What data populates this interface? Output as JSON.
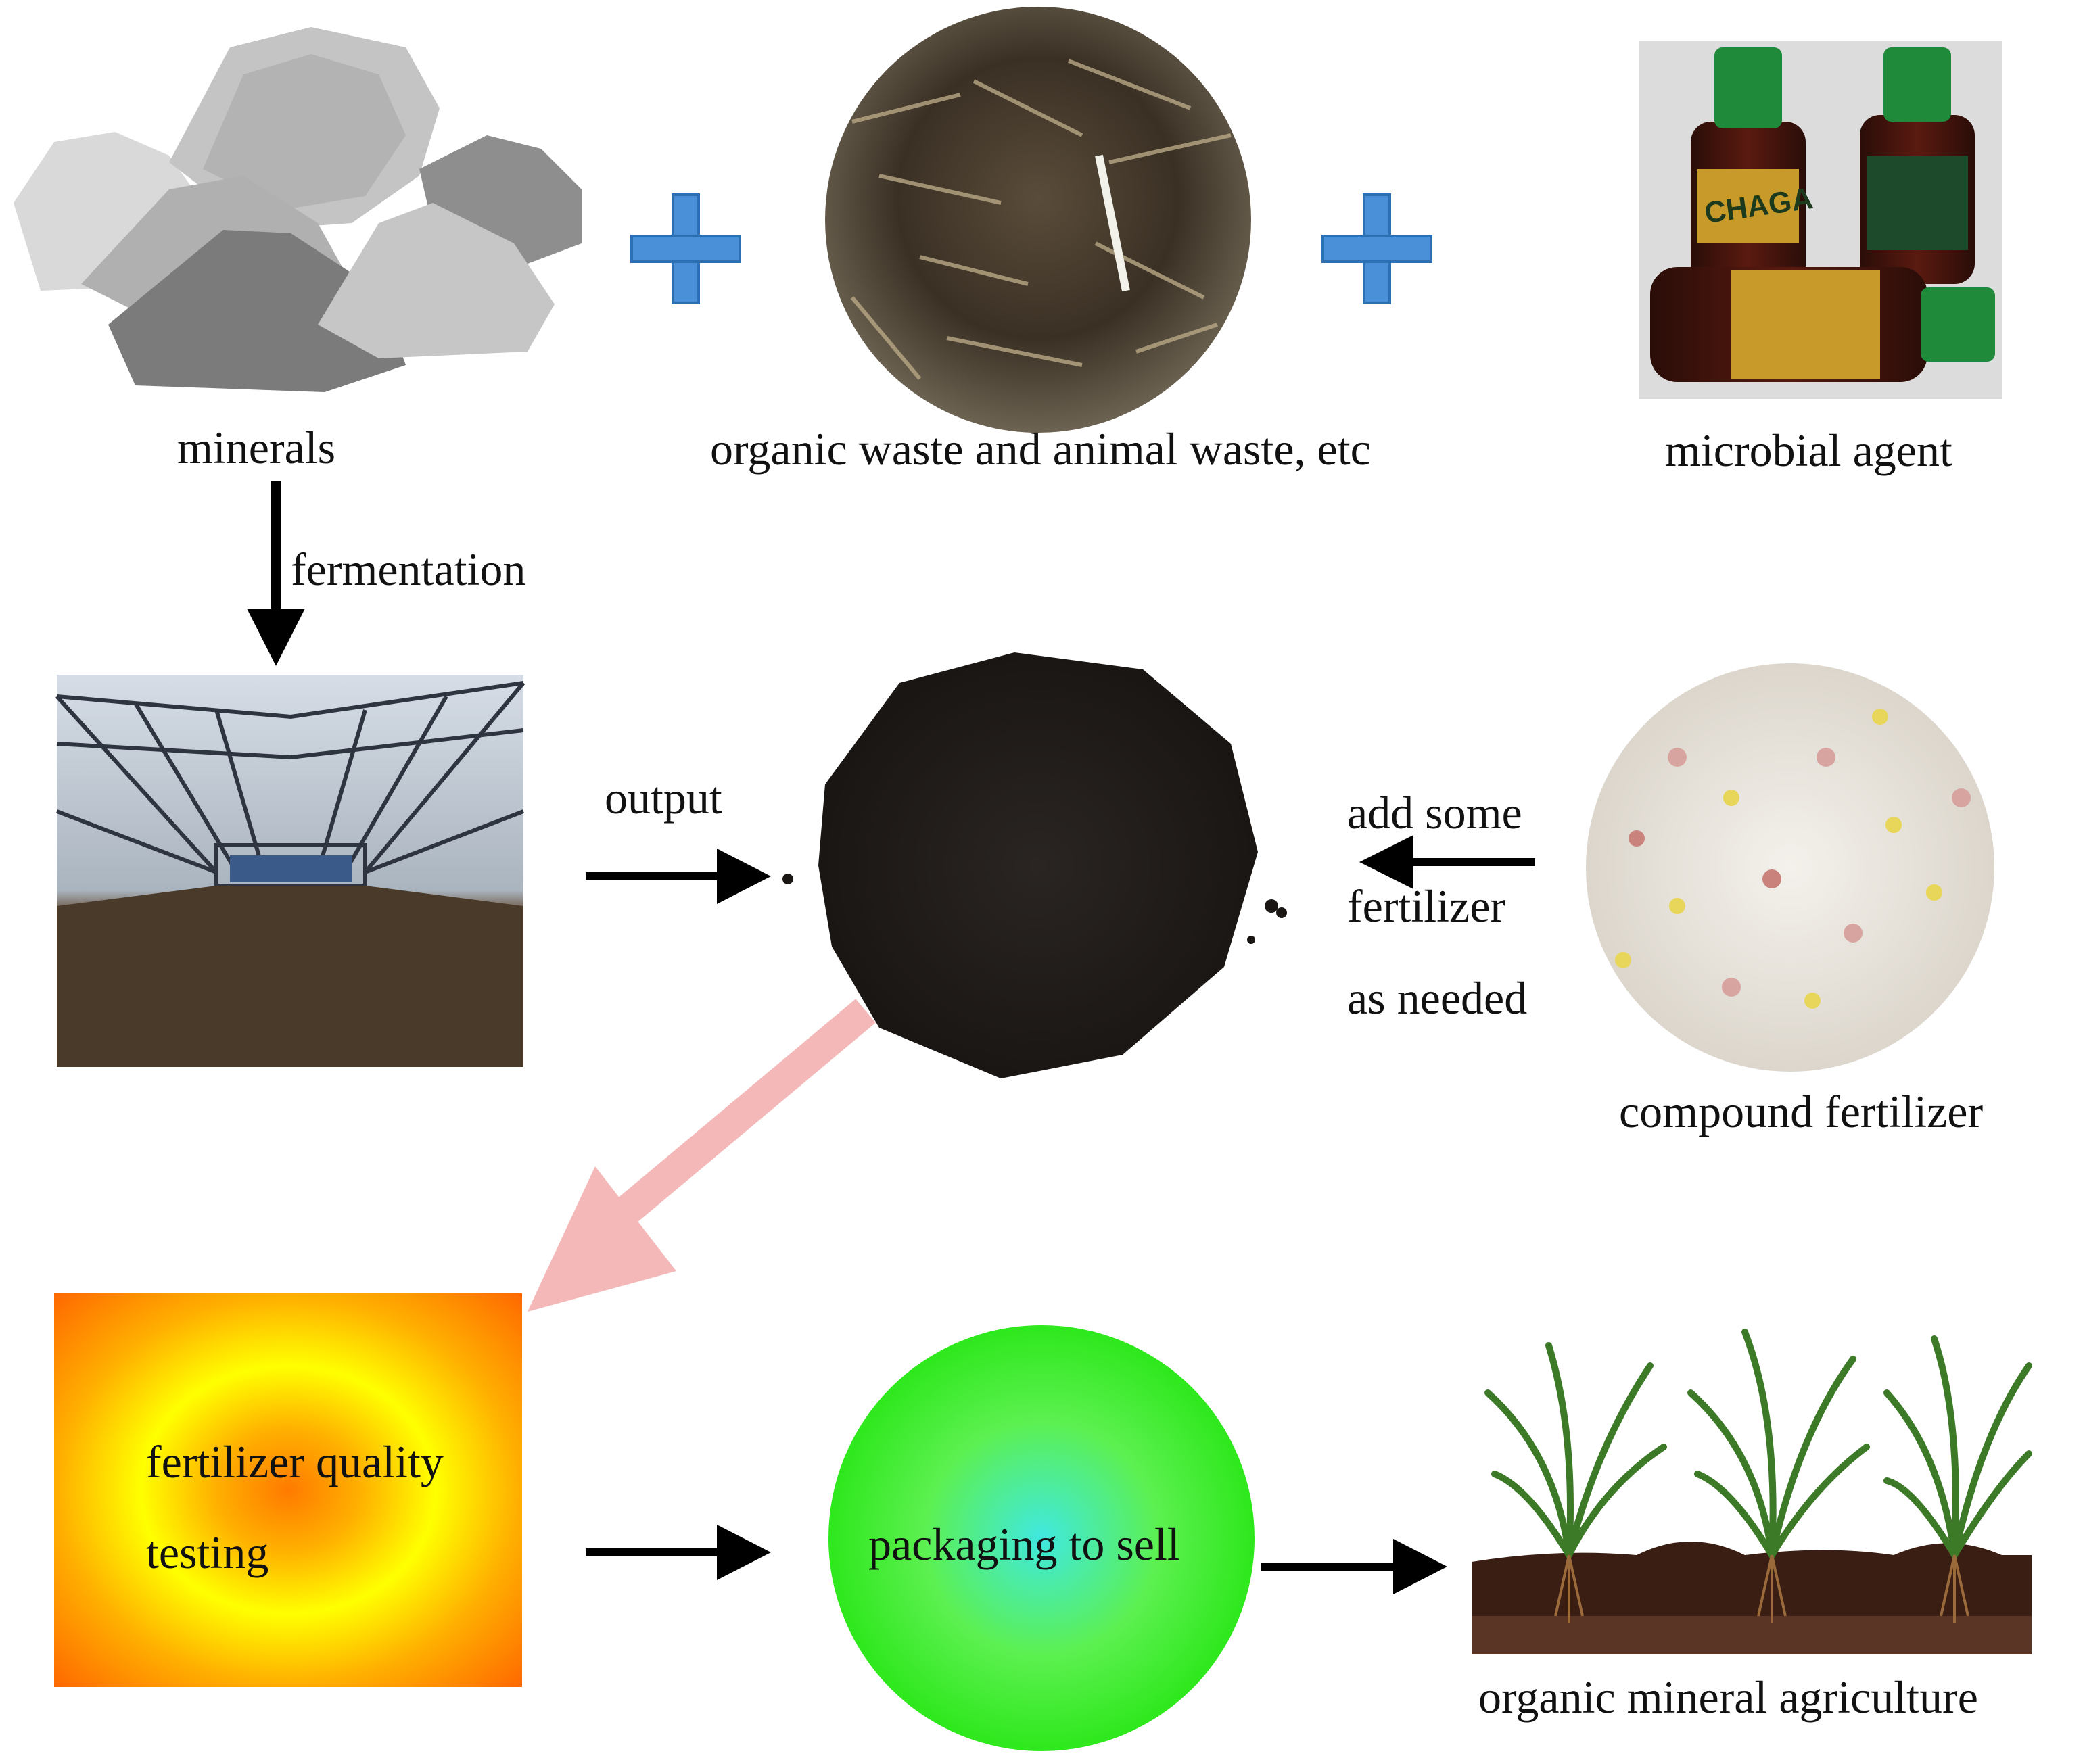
{
  "labels": {
    "minerals": "minerals",
    "organic_waste": "organic waste  and  animal waste, etc",
    "microbial_agent": "microbial agent",
    "fermentation": "fermentation",
    "output": "output",
    "add_line1": "add some",
    "add_line2": "fertilizer",
    "add_line3": "as needed",
    "compound_fertilizer": "compound fertilizer",
    "quality_line1": "fertilizer quality",
    "quality_line2": "testing",
    "packaging": "packaging to sell",
    "agriculture": "organic mineral agriculture"
  },
  "bottle_label": "CHAGA",
  "colors": {
    "plus": "#4a90d9",
    "pink_arrow": "#f4b8b8",
    "quality_outer": "#ff7a00",
    "quality_mid": "#ffff00",
    "packaging_center": "#40e8e0",
    "packaging_outer": "#2ee81c"
  }
}
